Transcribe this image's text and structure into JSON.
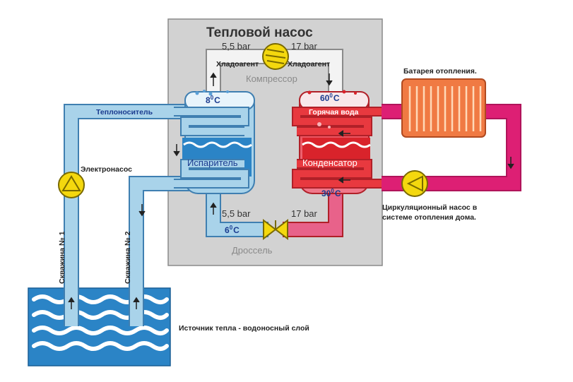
{
  "diagram": {
    "title": "Тепловой насос",
    "pressure_top_left": "5,5 bar",
    "pressure_top_right": "17 bar",
    "pressure_bottom_left": "5,5 bar",
    "pressure_bottom_right": "17 bar",
    "refrigerant_left": "Хладоагент",
    "refrigerant_right": "Хладоагент",
    "compressor": "Компрессор",
    "throttle": "Дроссель",
    "evaporator": "Испаритель",
    "condenser": "Конденсатор",
    "coolant": "Теплоноситель",
    "hot_water": "Горячая вода",
    "temp_evap_top": {
      "value": "8",
      "sup": "0",
      "unit": "C"
    },
    "temp_cond_top": {
      "value": "60",
      "sup": "0",
      "unit": "C"
    },
    "temp_cond_bottom": {
      "value": "30",
      "sup": "0",
      "unit": "C"
    },
    "temp_evap_bottom": {
      "value": "6",
      "sup": "0",
      "unit": "C"
    },
    "electropump": "Электронасос",
    "radiator": "Батарея отопления.",
    "circ_pump_line1": "Циркуляционный насос в",
    "circ_pump_line2": "системе отопления дома.",
    "well1": "Скважина № 1",
    "well2": "Скважина № 2",
    "heat_source": "Источник тепла - водоносный слой"
  },
  "colors": {
    "housing": "#d2d2d2",
    "cold_pipe": "#a9d3ea",
    "cold_pipe_edge": "#3f7fb1",
    "hot_pipe": "#e8393f",
    "hot_pipe_edge": "#b02028",
    "magenta_pipe": "#dd1f74",
    "grey_pipe": "#f3f3f3",
    "water": "#2b84c6",
    "pump": "#f4d80e"
  }
}
